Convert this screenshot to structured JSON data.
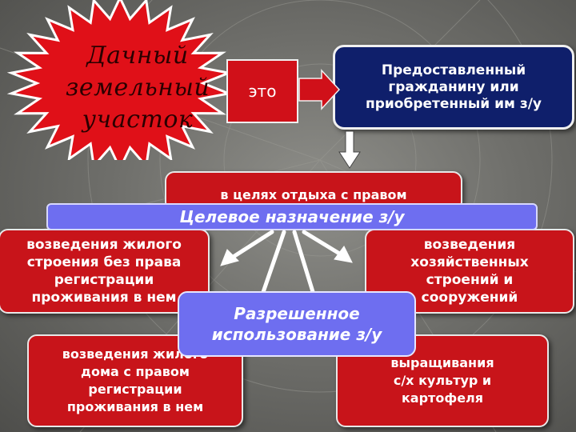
{
  "title_burst": "Дачный\nземельный\nучасток",
  "connector_label": "это",
  "definition": "Предоставленный\nгражданину или\nприобретенный им з/у",
  "purpose_partial": "в целях отдыха с правом",
  "band_label": "Целевое назначение з/у",
  "option_left_top": "возведения жилого\nстроения без права\nрегистрации\nпроживания в нем",
  "option_right_top": "возведения\nхозяйственных\nстроений и\nсооружений",
  "permitted_use": "Разрешенное\nиспользование з/у",
  "option_left_bottom": "возведения жилого\nдома с правом\nрегистрации\nпроживания в нем",
  "option_right_bottom": "выращивания\nс/х культур и\nкартофеля",
  "colors": {
    "red": "#c8141a",
    "navy": "#0f1f6b",
    "blue_band": "#6e6ef0",
    "star": "#e01018"
  }
}
